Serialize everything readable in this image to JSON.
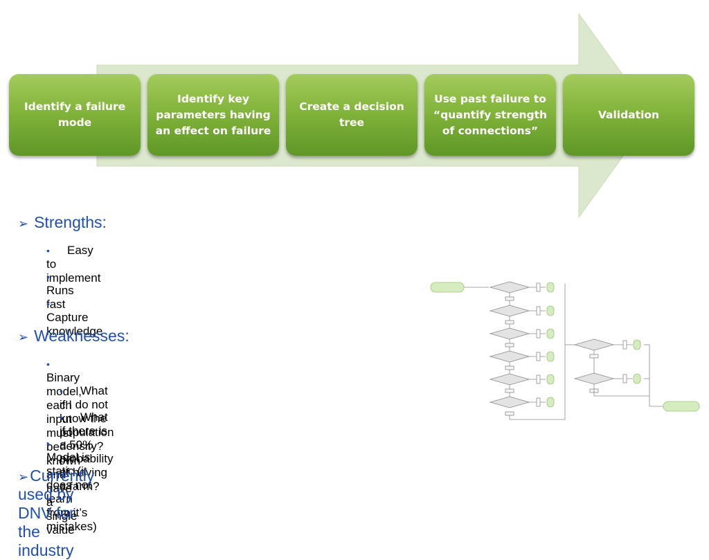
{
  "process": {
    "steps": [
      {
        "label": "Identify a failure mode"
      },
      {
        "label": "Identify key parameters having an effect on failure"
      },
      {
        "label": "Create a decision tree"
      },
      {
        "label": "Use past failure to “quantify strength of connections”"
      },
      {
        "label": "Validation"
      }
    ]
  },
  "strengths": {
    "heading": "Strengths:",
    "items": [
      "Easy to implement",
      "Runs fast",
      "Capture knowledge"
    ]
  },
  "weaknesses": {
    "heading": "Weaknesses:",
    "item1": "Binary model, each input must be known and have a single value",
    "sub1": "What if I do not know the population density?",
    "sub2": "What if there is a 50% probability of having a farm?",
    "item2": "Model is static (it does not learn from it’s mistakes)"
  },
  "conclusion": "Currently used by DNV for the industry",
  "colors": {
    "accent_blue": "#1f4fb4",
    "step_green": "#83b43c",
    "arrow_fill": "#dbe8cd"
  }
}
